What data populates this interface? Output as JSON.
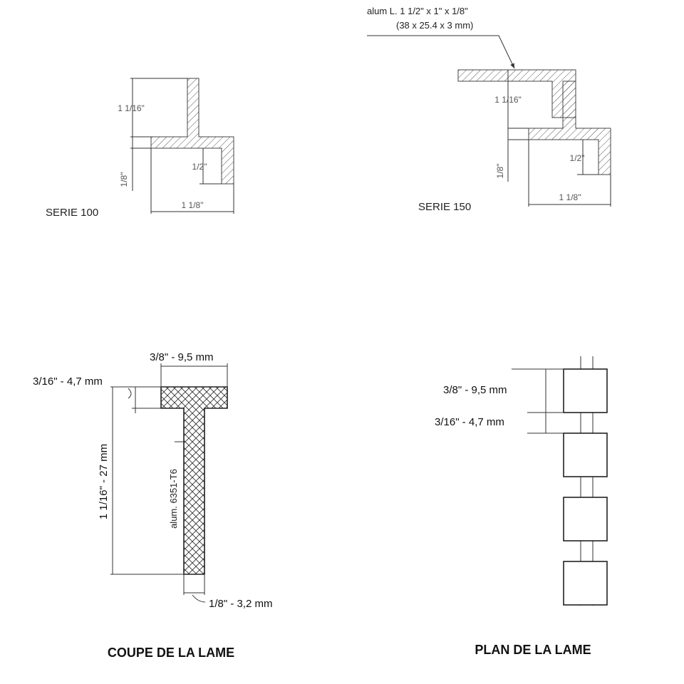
{
  "serie100": {
    "label": "SERIE 100",
    "dim_height": "1 1/16\"",
    "dim_thickness": "1/8\"",
    "dim_half": "1/2\"",
    "dim_width": "1 1/8\""
  },
  "serie150": {
    "label": "SERIE 150",
    "callout_line1": "alum L. 1 1/2\" x 1\" x 1/8\"",
    "callout_line2": "(38 x 25.4 x 3 mm)",
    "dim_height": "1 1/16\"",
    "dim_thickness": "1/8\"",
    "dim_half": "1/2\"",
    "dim_width": "1 1/8\""
  },
  "coupe": {
    "title": "COUPE DE LA LAME",
    "dim_top_width": "3/8\" - 9,5 mm",
    "dim_flange": "3/16\" - 4,7 mm",
    "dim_height": "1 1/16\" - 27 mm",
    "dim_web": "1/8\" - 3,2 mm",
    "material": "alum. 6351-T6"
  },
  "plan": {
    "title": "PLAN DE LA LAME",
    "dim_block": "3/8\" - 9,5 mm",
    "dim_gap": "3/16\" - 4,7 mm"
  }
}
